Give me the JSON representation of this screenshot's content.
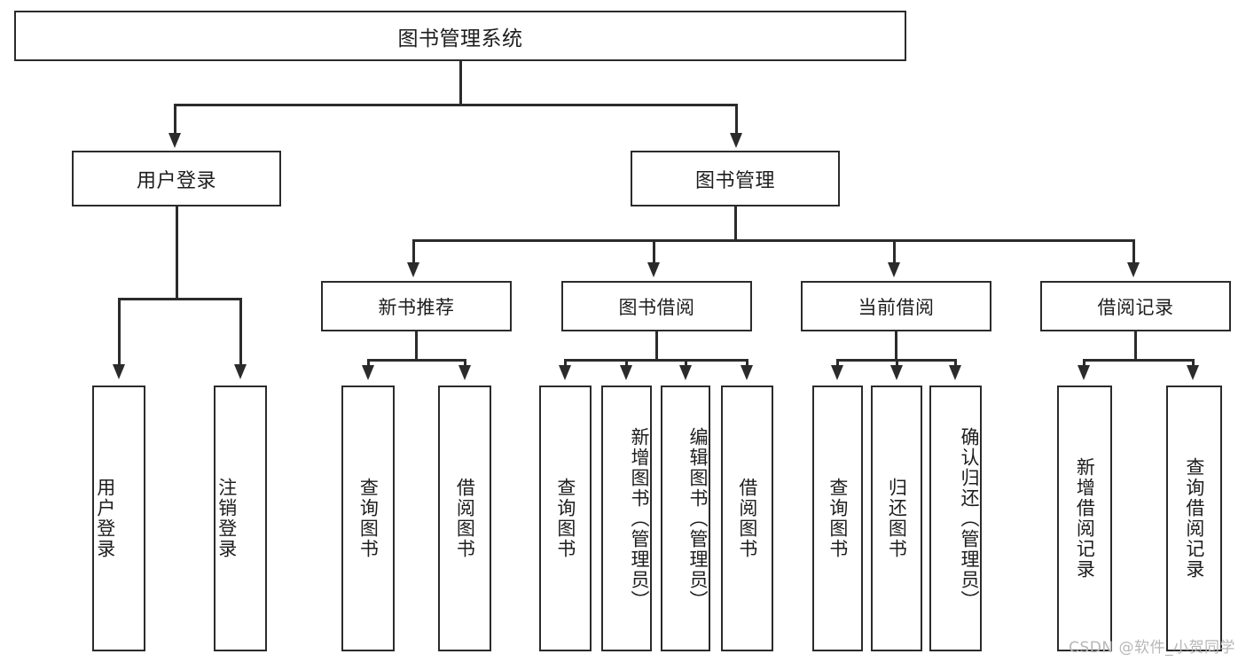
{
  "diagram": {
    "title": "图书管理系统",
    "watermark": "CSDN @软件_小贺同学",
    "colors": {
      "stroke": "#2b2b2b",
      "background": "#ffffff",
      "text": "#1d1d1d",
      "watermark": "#b7b7b7"
    },
    "root": {
      "label": "图书管理系统"
    },
    "level2": [
      {
        "label": "用户登录"
      },
      {
        "label": "图书管理"
      }
    ],
    "level3": [
      {
        "label": "新书推荐"
      },
      {
        "label": "图书借阅"
      },
      {
        "label": "当前借阅"
      },
      {
        "label": "借阅记录"
      }
    ],
    "leaves": {
      "user_login": [
        {
          "label": "用户登录"
        },
        {
          "label": "注销登录"
        }
      ],
      "new_book_recommend": [
        {
          "label": "查询图书"
        },
        {
          "label": "借阅图书"
        }
      ],
      "book_borrow": [
        {
          "label": "查询图书"
        },
        {
          "label": "新增图书（管理员）"
        },
        {
          "label": "编辑图书（管理员）"
        },
        {
          "label": "借阅图书"
        }
      ],
      "current_borrow": [
        {
          "label": "查询图书"
        },
        {
          "label": "归还图书"
        },
        {
          "label": "确认归还（管理员）"
        }
      ],
      "borrow_record": [
        {
          "label": "新增借阅记录"
        },
        {
          "label": "查询借阅记录"
        }
      ]
    }
  }
}
